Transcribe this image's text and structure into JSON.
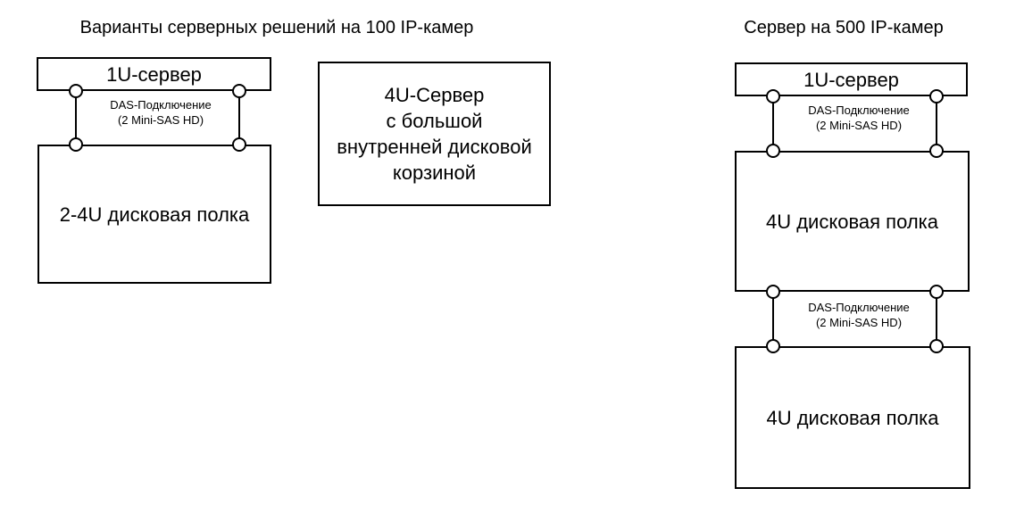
{
  "colors": {
    "line": "#000000",
    "background": "#ffffff",
    "text": "#000000"
  },
  "left_diagram": {
    "title": "Варианты серверных решений на 100 IP-камер",
    "server_label": "1U-сервер",
    "connection": {
      "line1": "DAS-Подключение",
      "line2": "(2 Mini-SAS HD)"
    },
    "shelf_label": "2-4U дисковая полка"
  },
  "middle_diagram": {
    "server_label_lines": [
      "4U-Сервер",
      "с большой",
      "внутренней дисковой",
      "корзиной"
    ]
  },
  "right_diagram": {
    "title": "Сервер на 500 IP-камер",
    "server_label": "1U-сервер",
    "connection1": {
      "line1": "DAS-Подключение",
      "line2": "(2 Mini-SAS HD)"
    },
    "shelf1_label": "4U дисковая полка",
    "connection2": {
      "line1": "DAS-Подключение",
      "line2": "(2 Mini-SAS HD)"
    },
    "shelf2_label": "4U дисковая полка"
  }
}
